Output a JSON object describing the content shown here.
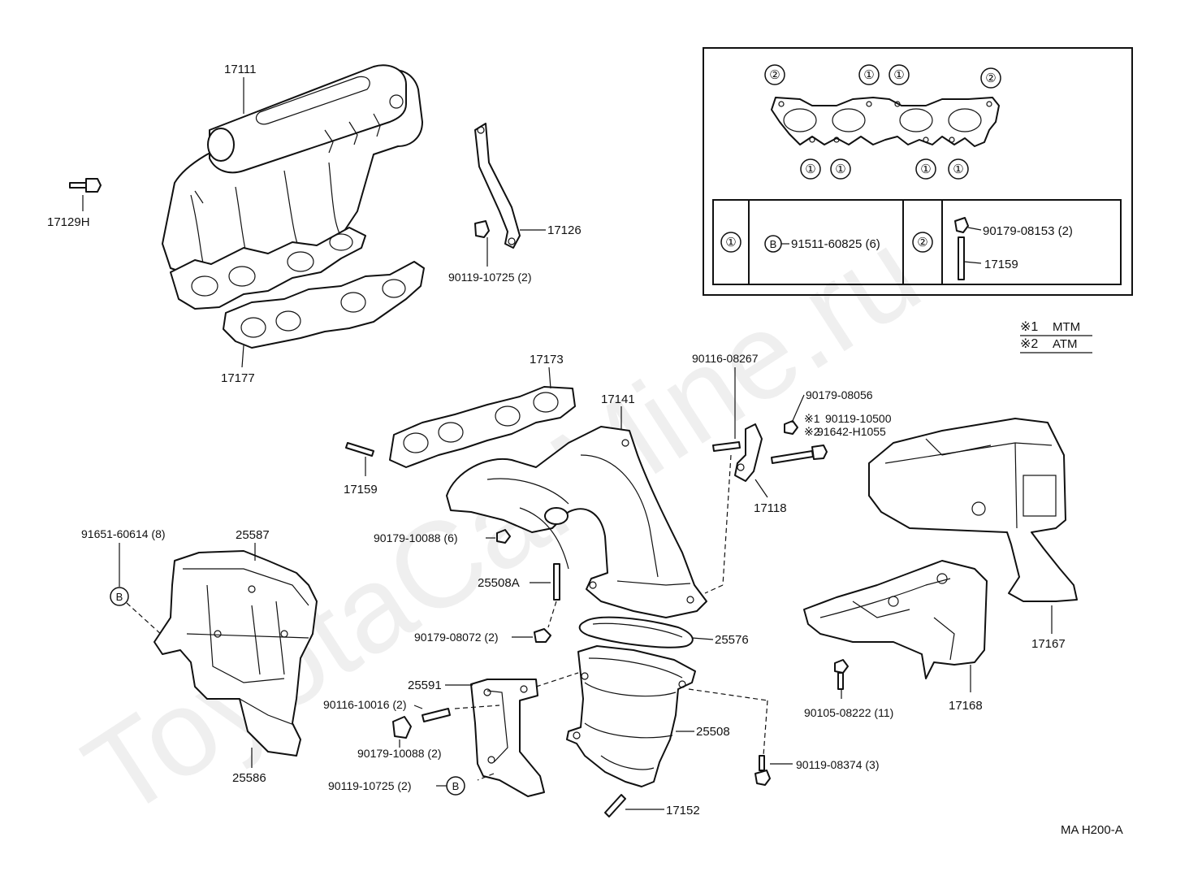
{
  "watermark": "ToyotaCarMine.ru",
  "diagram_code": "MA H200-A",
  "legend": {
    "m1_mark": "※1",
    "m1_text": "MTM",
    "m2_mark": "※2",
    "m2_text": "ATM"
  },
  "inset": {
    "callout_1": "①",
    "callout_2": "②",
    "bolt_marker": "B",
    "bolt_part": "91511-60825 (6)",
    "nut_part": "90179-08153 (2)",
    "stud_part": "17159"
  },
  "callout_b": "B",
  "labels": {
    "p17111": "17111",
    "p17129H": "17129H",
    "p17177": "17177",
    "p17126": "17126",
    "p90119_10725_a": "90119-10725 (2)",
    "p17173": "17173",
    "p17141": "17141",
    "p17159": "17159",
    "p90179_10088_6": "90179-10088 (6)",
    "p90116_08267": "90116-08267",
    "p90179_08056": "90179-08056",
    "p90119_10500_mark": "※1",
    "p90119_10500": "90119-10500",
    "p91642_H1055_mark": "※2",
    "p91642_H1055": "91642-H1055",
    "p17118": "17118",
    "p91651_60614": "91651-60614 (8)",
    "p25587": "25587",
    "p25508A": "25508A",
    "p90179_08072": "90179-08072 (2)",
    "p25576": "25576",
    "p25591": "25591",
    "p90116_10016": "90116-10016 (2)",
    "p90179_10088_2": "90179-10088 (2)",
    "p90119_10725_b": "90119-10725 (2)",
    "p25508": "25508",
    "p17152": "17152",
    "p90119_08374": "90119-08374 (3)",
    "p25586": "25586",
    "p17167": "17167",
    "p17168": "17168",
    "p90105_08222": "90105-08222 (11)"
  }
}
